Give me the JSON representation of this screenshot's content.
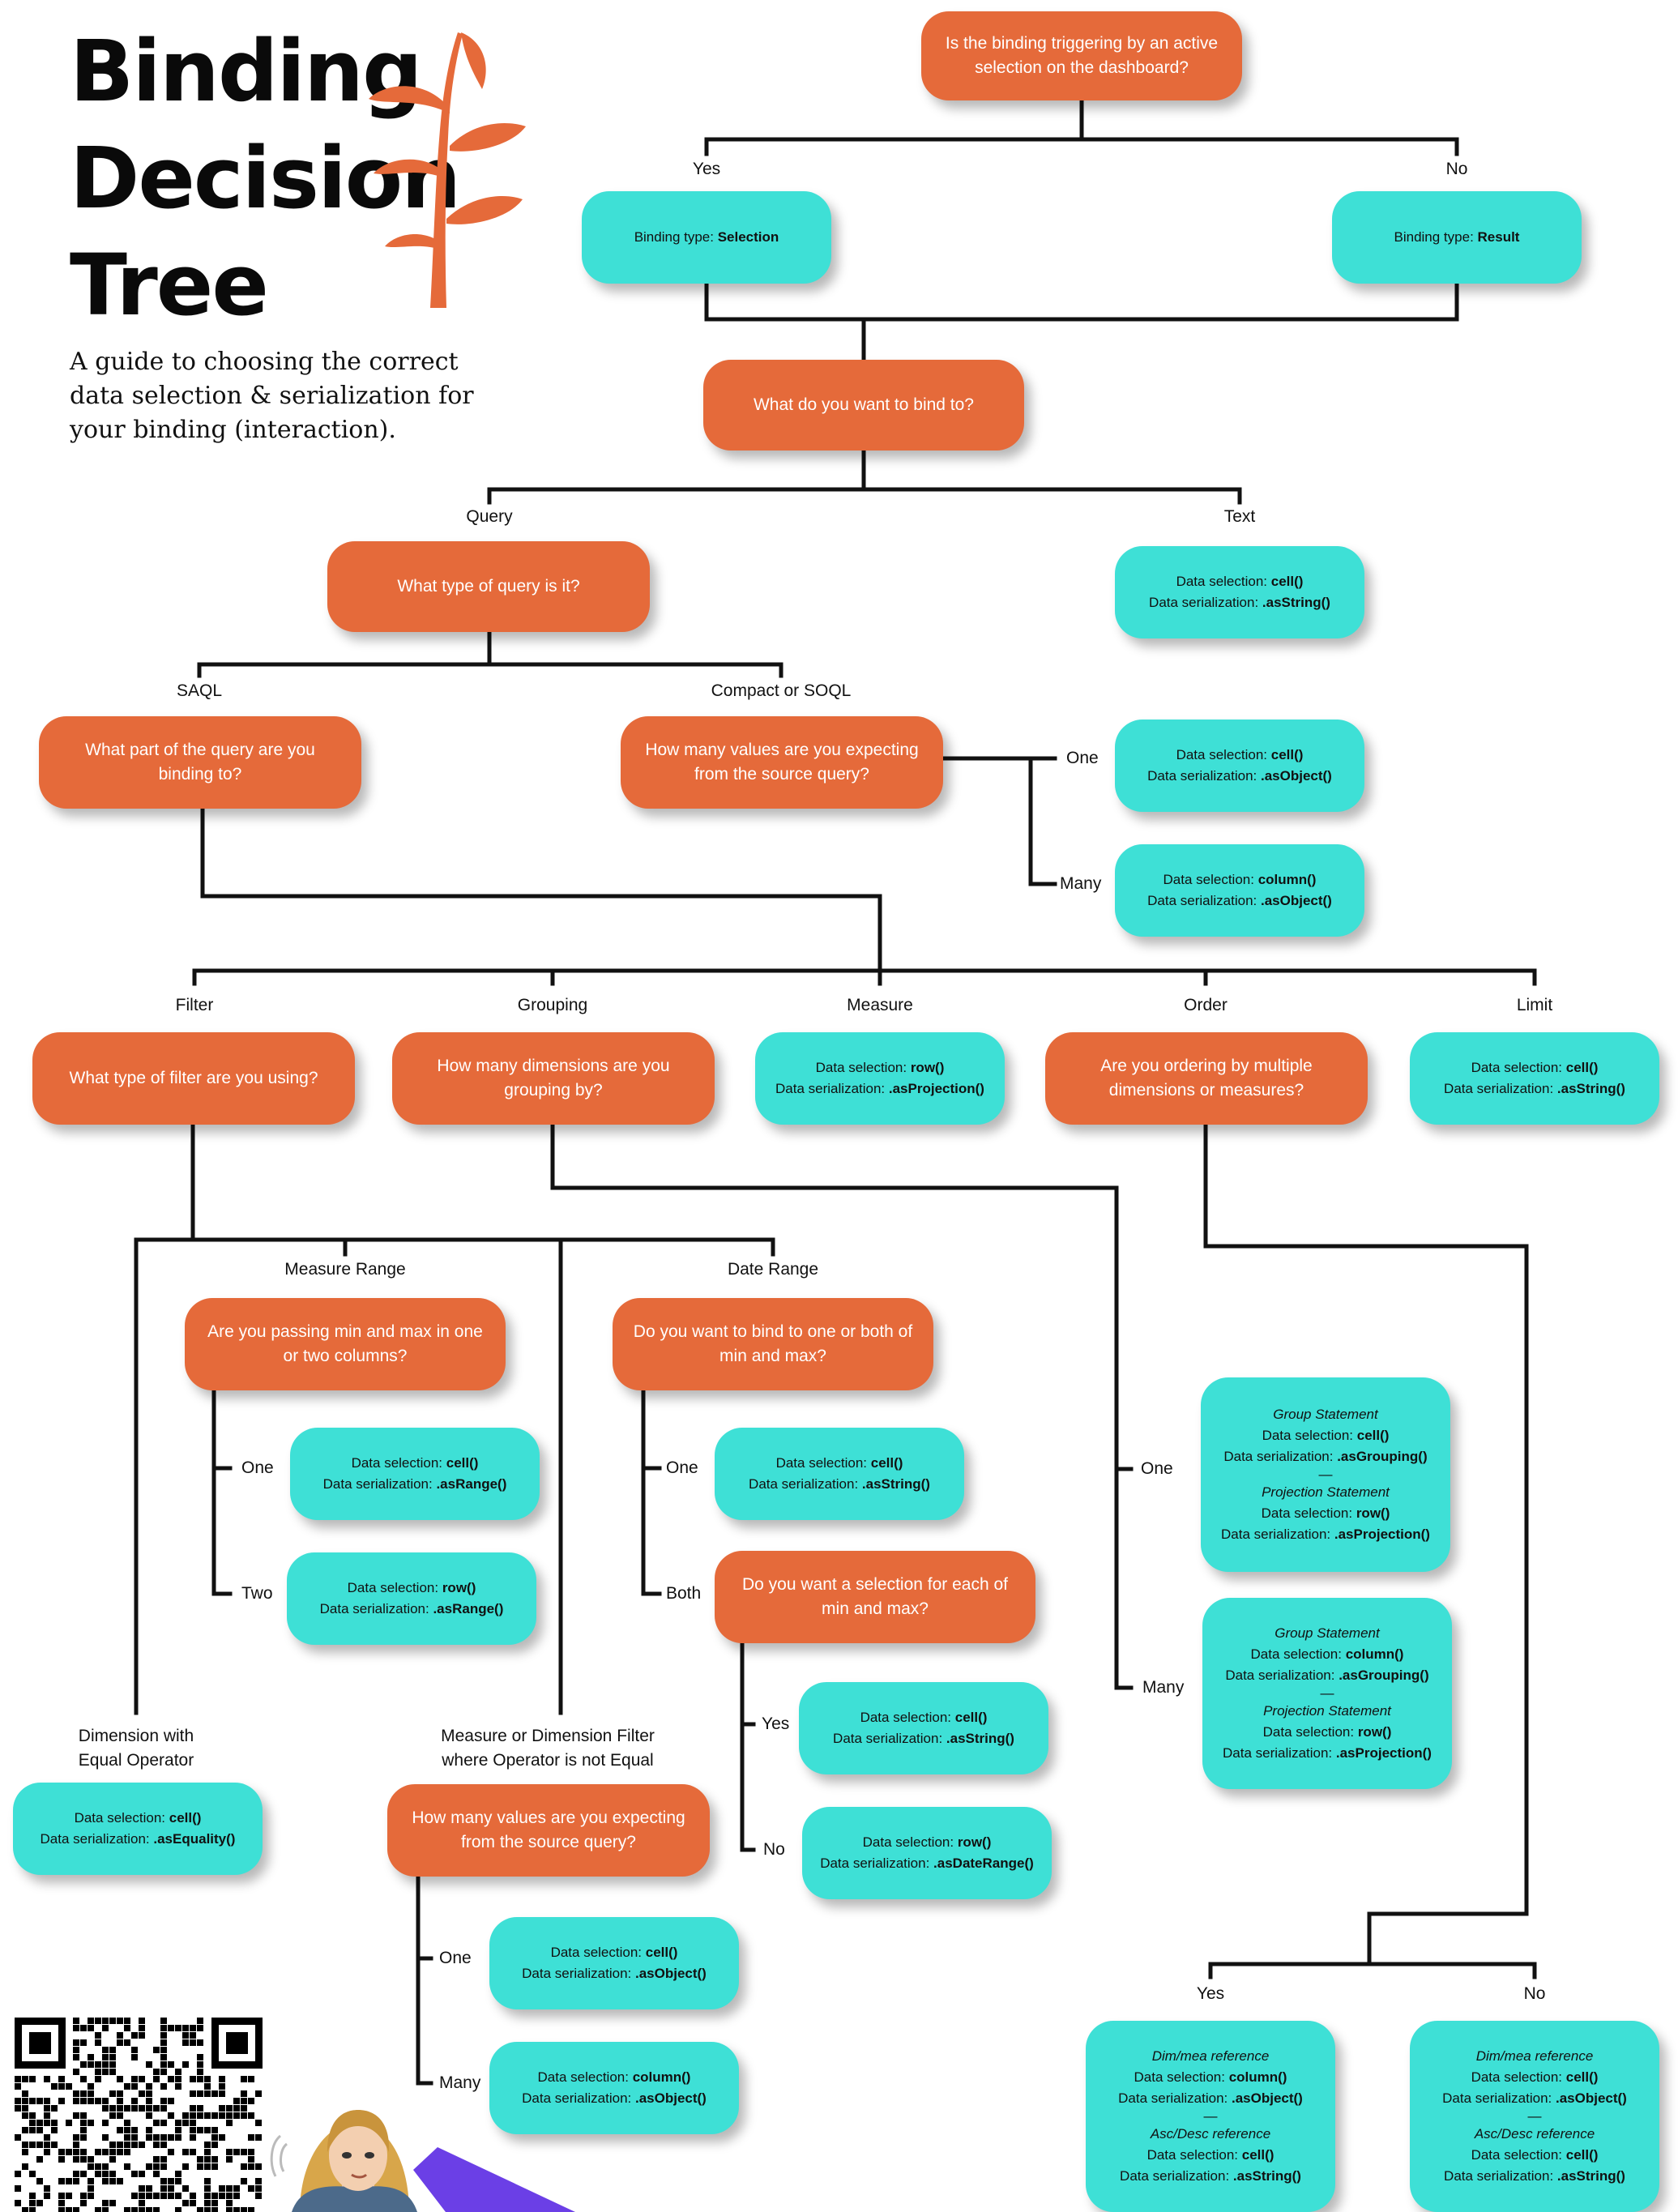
{
  "header": {
    "title_lines": [
      "Binding",
      "Decision",
      "Tree"
    ],
    "subtitle": "A guide to choosing the correct data selection & serialization for your binding (interaction)."
  },
  "colors": {
    "question": "#e56a3a",
    "answer": "#3ee0d6",
    "line": "#111111",
    "plant": "#e56a3a"
  },
  "icons": {
    "plant": "sprout-icon",
    "qr": "qr-code-icon",
    "avatar": "avatar-illustration",
    "pointer": "pointer-arrow-icon"
  },
  "nodes": {
    "q_trigger": "Is the binding triggering by an active selection on the dashboard?",
    "a_selection": {
      "label": "Binding type: ",
      "value": "Selection"
    },
    "a_result": {
      "label": "Binding type: ",
      "value": "Result"
    },
    "q_bind": "What do you want to bind to?",
    "q_query_type": "What type of query is it?",
    "a_text": {
      "sel_label": "Data selection: ",
      "sel": "cell()",
      "ser_label": "Data serialization: ",
      "ser": ".asString()"
    },
    "q_saql_part": "What part of the query are you binding to?",
    "q_compact_values": "How many values are you expecting from the source query?",
    "a_compact_one": {
      "sel_label": "Data selection: ",
      "sel": "cell()",
      "ser_label": "Data serialization: ",
      "ser": ".asObject()"
    },
    "a_compact_many": {
      "sel_label": "Data selection: ",
      "sel": "column()",
      "ser_label": "Data serialization: ",
      "ser": ".asObject()"
    },
    "q_filter_type": "What type of filter are you using?",
    "q_grouping_dims": "How many dimensions are you grouping by?",
    "a_measure": {
      "sel_label": "Data selection: ",
      "sel": "row()",
      "ser_label": "Data serialization: ",
      "ser": ".asProjection()"
    },
    "q_order_multi": "Are you ordering by multiple dimensions or measures?",
    "a_limit": {
      "sel_label": "Data selection: ",
      "sel": "cell()",
      "ser_label": "Data serialization: ",
      "ser": ".asString()"
    },
    "q_measure_range": "Are you passing min and max in one or two columns?",
    "q_date_range": "Do you want to bind to one or both of min and max?",
    "a_mr_one": {
      "sel_label": "Data selection: ",
      "sel": "cell()",
      "ser_label": "Data serialization: ",
      "ser": ".asRange()"
    },
    "a_mr_two": {
      "sel_label": "Data selection: ",
      "sel": "row()",
      "ser_label": "Data serialization: ",
      "ser": ".asRange()"
    },
    "a_dr_one": {
      "sel_label": "Data selection: ",
      "sel": "cell()",
      "ser_label": "Data serialization: ",
      "ser": ".asString()"
    },
    "q_dr_each": "Do you want a selection for each of min and max?",
    "a_dr_yes": {
      "sel_label": "Data selection: ",
      "sel": "cell()",
      "ser_label": "Data serialization: ",
      "ser": ".asString()"
    },
    "a_dr_no": {
      "sel_label": "Data selection: ",
      "sel": "row()",
      "ser_label": "Data serialization: ",
      "ser": ".asDateRange()"
    },
    "a_dim_equal": {
      "sel_label": "Data selection: ",
      "sel": "cell()",
      "ser_label": "Data serialization: ",
      "ser": ".asEquality()"
    },
    "q_md_values": "How many values are you expecting from the source query?",
    "a_md_one": {
      "sel_label": "Data selection: ",
      "sel": "cell()",
      "ser_label": "Data serialization: ",
      "ser": ".asObject()"
    },
    "a_md_many": {
      "sel_label": "Data selection: ",
      "sel": "column()",
      "ser_label": "Data serialization: ",
      "ser": ".asObject()"
    },
    "a_group_one": {
      "g_title": "Group Statement",
      "g_sel_label": "Data selection: ",
      "g_sel": "cell()",
      "g_ser_label": "Data serialization: ",
      "g_ser": ".asGrouping()",
      "sep": "—",
      "p_title": "Projection Statement",
      "p_sel_label": "Data selection: ",
      "p_sel": "row()",
      "p_ser_label": "Data serialization: ",
      "p_ser": ".asProjection()"
    },
    "a_group_many": {
      "g_title": "Group Statement",
      "g_sel_label": "Data selection: ",
      "g_sel": "column()",
      "g_ser_label": "Data serialization: ",
      "g_ser": ".asGrouping()",
      "sep": "—",
      "p_title": "Projection Statement",
      "p_sel_label": "Data selection: ",
      "p_sel": "row()",
      "p_ser_label": "Data serialization: ",
      "p_ser": ".asProjection()"
    },
    "a_order_yes": {
      "g_title": "Dim/mea reference",
      "g_sel_label": "Data selection: ",
      "g_sel": "column()",
      "g_ser_label": "Data serialization: ",
      "g_ser": ".asObject()",
      "sep": "—",
      "p_title": "Asc/Desc reference",
      "p_sel_label": "Data selection: ",
      "p_sel": "cell()",
      "p_ser_label": "Data serialization: ",
      "p_ser": ".asString()"
    },
    "a_order_no": {
      "g_title": "Dim/mea reference",
      "g_sel_label": "Data selection: ",
      "g_sel": "cell()",
      "g_ser_label": "Data serialization: ",
      "g_ser": ".asObject()",
      "sep": "—",
      "p_title": "Asc/Desc reference",
      "p_sel_label": "Data selection: ",
      "p_sel": "cell()",
      "p_ser_label": "Data serialization: ",
      "p_ser": ".asString()"
    }
  },
  "labels": {
    "yes_top": "Yes",
    "no_top": "No",
    "query": "Query",
    "text": "Text",
    "saql": "SAQL",
    "compact": "Compact or SOQL",
    "compact_one": "One",
    "compact_many": "Many",
    "filter": "Filter",
    "grouping": "Grouping",
    "measure": "Measure",
    "order": "Order",
    "limit": "Limit",
    "measure_range": "Measure Range",
    "date_range": "Date Range",
    "mr_one": "One",
    "mr_two": "Two",
    "dr_one": "One",
    "dr_both": "Both",
    "dr_yes": "Yes",
    "dr_no": "No",
    "group_one": "One",
    "group_many": "Many",
    "dim_equal": "Dimension with Equal Operator",
    "md_not_equal": "Measure or Dimension Filter where Operator is not Equal",
    "md_one": "One",
    "md_many": "Many",
    "order_yes": "Yes",
    "order_no": "No"
  }
}
